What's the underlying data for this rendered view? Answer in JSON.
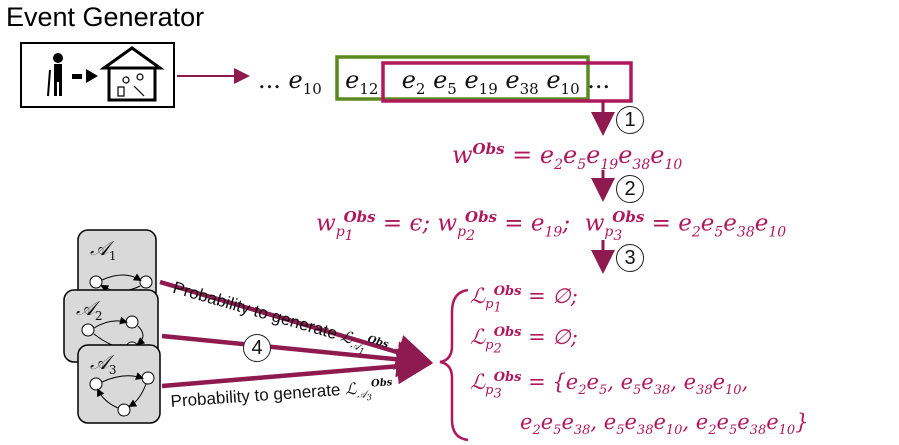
{
  "title": "Event Generator",
  "sequence": {
    "lead": "...",
    "events": [
      "e10",
      "e12",
      "e2",
      "e5",
      "e19",
      "e38",
      "e10"
    ],
    "tail": "..."
  },
  "steps": [
    "1",
    "2",
    "3",
    "4"
  ],
  "w_obs": "w^Obs = e2 e5 e19 e38 e10",
  "partitions": "w_p1^Obs = ε;  w_p2^Obs = e19;  w_p3^Obs = e2 e5 e38 e10",
  "languages": [
    "L_p1^Obs = ∅;",
    "L_p2^Obs = ∅;",
    "L_p3^Obs = {e2e5, e5e38, e38e10,",
    "e2e5e38, e5e38e10, e2e5e38e10}"
  ],
  "automata": [
    "A1",
    "A2",
    "A3"
  ],
  "prob_top": "Probability to generate L_A1^Obs",
  "prob_bottom": "Probability to generate L_A3^Obs",
  "colors": {
    "accent": "#b0185d",
    "green": "#5a8a1f",
    "box_fill": "#d9d9d9"
  }
}
